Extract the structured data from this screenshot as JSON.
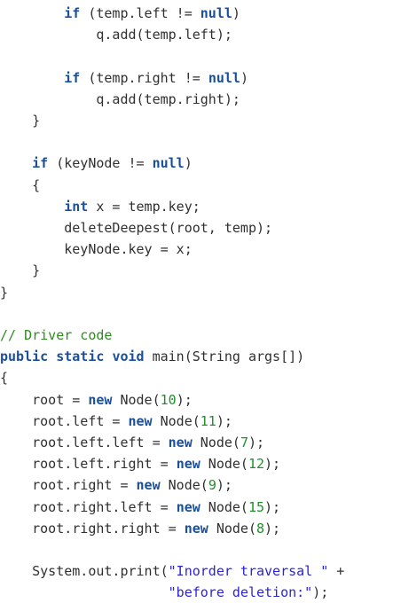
{
  "code": {
    "lines": [
      [
        {
          "t": "        ",
          "k": "plain"
        },
        {
          "t": "if",
          "k": "kw"
        },
        {
          "t": " (temp.left != ",
          "k": "plain"
        },
        {
          "t": "null",
          "k": "kw"
        },
        {
          "t": ")",
          "k": "plain"
        }
      ],
      [
        {
          "t": "            q.add(temp.left);",
          "k": "plain"
        }
      ],
      [],
      [
        {
          "t": "        ",
          "k": "plain"
        },
        {
          "t": "if",
          "k": "kw"
        },
        {
          "t": " (temp.right != ",
          "k": "plain"
        },
        {
          "t": "null",
          "k": "kw"
        },
        {
          "t": ")",
          "k": "plain"
        }
      ],
      [
        {
          "t": "            q.add(temp.right);",
          "k": "plain"
        }
      ],
      [
        {
          "t": "    }",
          "k": "plain"
        }
      ],
      [],
      [
        {
          "t": "    ",
          "k": "plain"
        },
        {
          "t": "if",
          "k": "kw"
        },
        {
          "t": " (keyNode != ",
          "k": "plain"
        },
        {
          "t": "null",
          "k": "kw"
        },
        {
          "t": ")",
          "k": "plain"
        }
      ],
      [
        {
          "t": "    {",
          "k": "plain"
        }
      ],
      [
        {
          "t": "        ",
          "k": "plain"
        },
        {
          "t": "int",
          "k": "kw"
        },
        {
          "t": " x = temp.key;",
          "k": "plain"
        }
      ],
      [
        {
          "t": "        deleteDeepest(root, temp);",
          "k": "plain"
        }
      ],
      [
        {
          "t": "        keyNode.key = x;",
          "k": "plain"
        }
      ],
      [
        {
          "t": "    }",
          "k": "plain"
        }
      ],
      [
        {
          "t": "}",
          "k": "plain"
        }
      ],
      [],
      [
        {
          "t": "// Driver code",
          "k": "cmt"
        }
      ],
      [
        {
          "t": "public",
          "k": "kw"
        },
        {
          "t": " ",
          "k": "plain"
        },
        {
          "t": "static",
          "k": "kw"
        },
        {
          "t": " ",
          "k": "plain"
        },
        {
          "t": "void",
          "k": "kw"
        },
        {
          "t": " main(String args[])",
          "k": "plain"
        }
      ],
      [
        {
          "t": "{",
          "k": "plain"
        }
      ],
      [
        {
          "t": "    root = ",
          "k": "plain"
        },
        {
          "t": "new",
          "k": "kw"
        },
        {
          "t": " Node(",
          "k": "plain"
        },
        {
          "t": "10",
          "k": "num"
        },
        {
          "t": ");",
          "k": "plain"
        }
      ],
      [
        {
          "t": "    root.left = ",
          "k": "plain"
        },
        {
          "t": "new",
          "k": "kw"
        },
        {
          "t": " Node(",
          "k": "plain"
        },
        {
          "t": "11",
          "k": "num"
        },
        {
          "t": ");",
          "k": "plain"
        }
      ],
      [
        {
          "t": "    root.left.left = ",
          "k": "plain"
        },
        {
          "t": "new",
          "k": "kw"
        },
        {
          "t": " Node(",
          "k": "plain"
        },
        {
          "t": "7",
          "k": "num"
        },
        {
          "t": ");",
          "k": "plain"
        }
      ],
      [
        {
          "t": "    root.left.right = ",
          "k": "plain"
        },
        {
          "t": "new",
          "k": "kw"
        },
        {
          "t": " Node(",
          "k": "plain"
        },
        {
          "t": "12",
          "k": "num"
        },
        {
          "t": ");",
          "k": "plain"
        }
      ],
      [
        {
          "t": "    root.right = ",
          "k": "plain"
        },
        {
          "t": "new",
          "k": "kw"
        },
        {
          "t": " Node(",
          "k": "plain"
        },
        {
          "t": "9",
          "k": "num"
        },
        {
          "t": ");",
          "k": "plain"
        }
      ],
      [
        {
          "t": "    root.right.left = ",
          "k": "plain"
        },
        {
          "t": "new",
          "k": "kw"
        },
        {
          "t": " Node(",
          "k": "plain"
        },
        {
          "t": "15",
          "k": "num"
        },
        {
          "t": ");",
          "k": "plain"
        }
      ],
      [
        {
          "t": "    root.right.right = ",
          "k": "plain"
        },
        {
          "t": "new",
          "k": "kw"
        },
        {
          "t": " Node(",
          "k": "plain"
        },
        {
          "t": "8",
          "k": "num"
        },
        {
          "t": ");",
          "k": "plain"
        }
      ],
      [],
      [
        {
          "t": "    System.out.print(",
          "k": "plain"
        },
        {
          "t": "\"Inorder traversal \"",
          "k": "str"
        },
        {
          "t": " +",
          "k": "plain"
        }
      ],
      [
        {
          "t": "                     ",
          "k": "plain"
        },
        {
          "t": "\"before deletion:\"",
          "k": "str"
        },
        {
          "t": ");",
          "k": "plain"
        }
      ]
    ]
  },
  "colors": {
    "keyword": "#1a4f9c",
    "comment": "#2e8b1e",
    "number": "#1f8f2a",
    "string": "#2a24d6",
    "text": "#303030",
    "background": "#ffffff"
  }
}
